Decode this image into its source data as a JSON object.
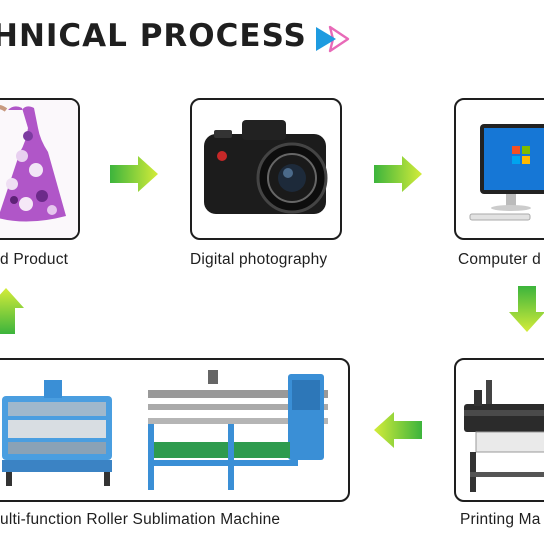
{
  "title": "HNICAL PROCESS",
  "steps": [
    {
      "label": "d Product",
      "icon": "dress-product-image"
    },
    {
      "label": "Digital photography",
      "icon": "camera-image"
    },
    {
      "label": "Computer d",
      "icon": "computer-image"
    },
    {
      "label": "Printing Ma",
      "icon": "printer-image"
    },
    {
      "label": "ulti-function Roller Sublimation Machine",
      "icon": "roller-machine-image"
    }
  ],
  "colors": {
    "arrow_light": "#d4ec3a",
    "arrow_dark": "#3cb43c",
    "chevron_blue": "#1e9be0",
    "chevron_pink": "#e86ab8"
  }
}
